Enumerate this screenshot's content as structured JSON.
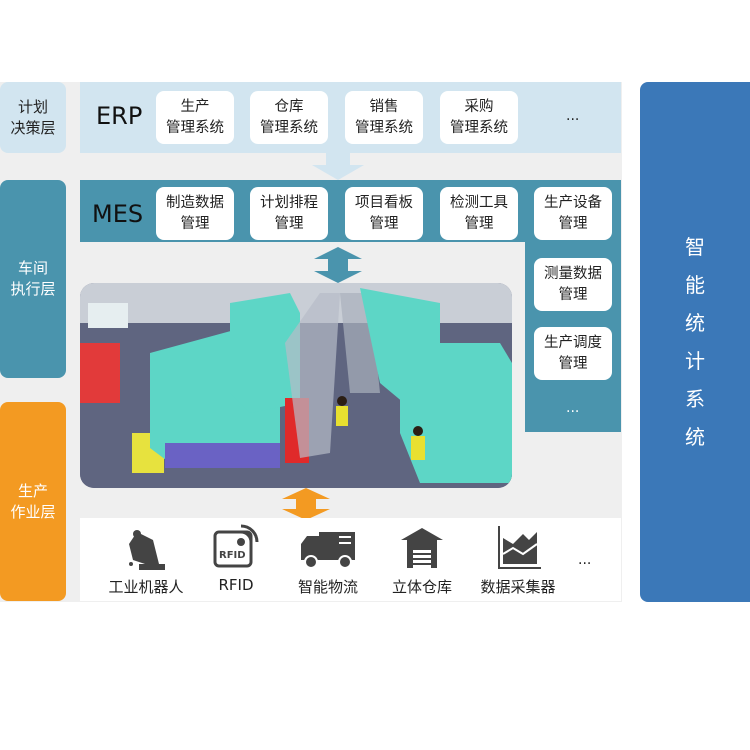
{
  "layers": {
    "planning": "计划\n决策层",
    "workshop": "车间\n执行层",
    "production": "生产\n作业层"
  },
  "erp": {
    "title": "ERP",
    "items": [
      "生产\n管理系统",
      "仓库\n管理系统",
      "销售\n管理系统",
      "采购\n管理系统"
    ],
    "more": "..."
  },
  "mes": {
    "title": "MES",
    "items": [
      "制造数据\n管理",
      "计划排程\n管理",
      "项目看板\n管理",
      "检测工具\n管理",
      "生产设备\n管理",
      "测量数据\n管理",
      "生产调度\n管理"
    ],
    "more": "..."
  },
  "devices": {
    "items": [
      "工业机器人",
      "RFID",
      "智能物流",
      "立体仓库",
      "数据采集器"
    ],
    "more": "...",
    "rfid_tag": "RFID"
  },
  "side": {
    "title": "智\n能\n统\n计\n系\n统"
  },
  "colors": {
    "light": "#d2e5f0",
    "teal": "#4a94ad",
    "orange": "#f39a22",
    "blue": "#3b78b8"
  }
}
